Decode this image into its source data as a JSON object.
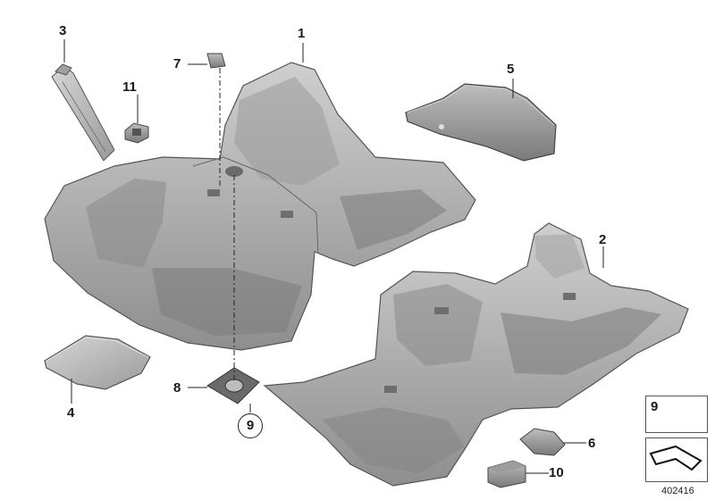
{
  "labels": {
    "p1": "1",
    "p2": "2",
    "p3": "3",
    "p4": "4",
    "p5": "5",
    "p6": "6",
    "p7": "7",
    "p8": "8",
    "p9": "9",
    "p10": "10",
    "p11": "11"
  },
  "legend": {
    "item_number": "9"
  },
  "document_number": "402416"
}
